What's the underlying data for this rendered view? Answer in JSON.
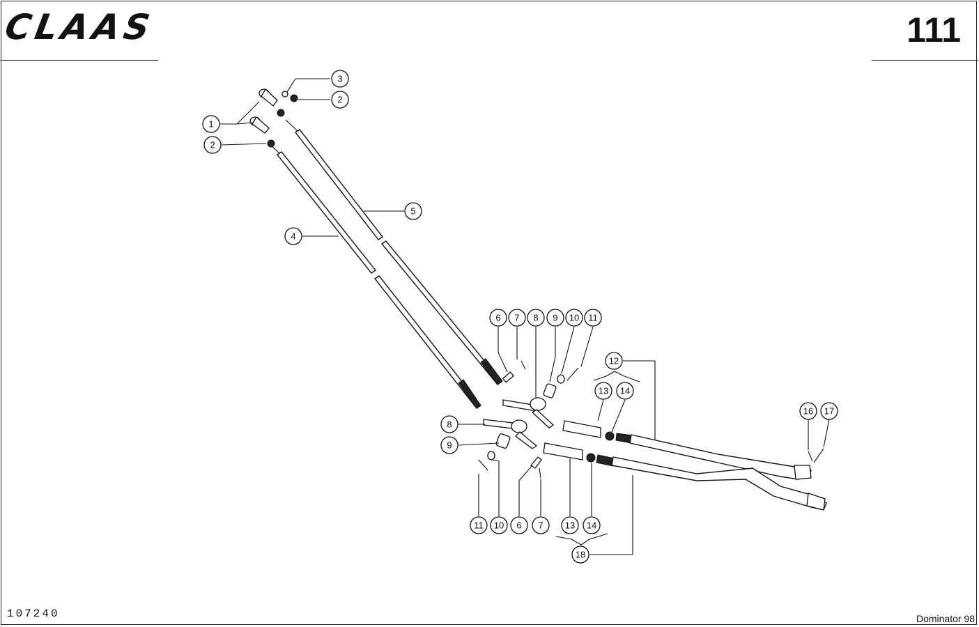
{
  "header": {
    "brand": "CLAAS",
    "page_number": "111"
  },
  "footer": {
    "drawing_code": "107240",
    "model": "Dominator 98"
  },
  "callouts": [
    "1",
    "2",
    "2",
    "3",
    "4",
    "5",
    "6",
    "7",
    "8",
    "9",
    "10",
    "11",
    "12",
    "13",
    "14",
    "8",
    "9",
    "11",
    "10",
    "6",
    "7",
    "13",
    "14",
    "18",
    "16",
    "17"
  ]
}
